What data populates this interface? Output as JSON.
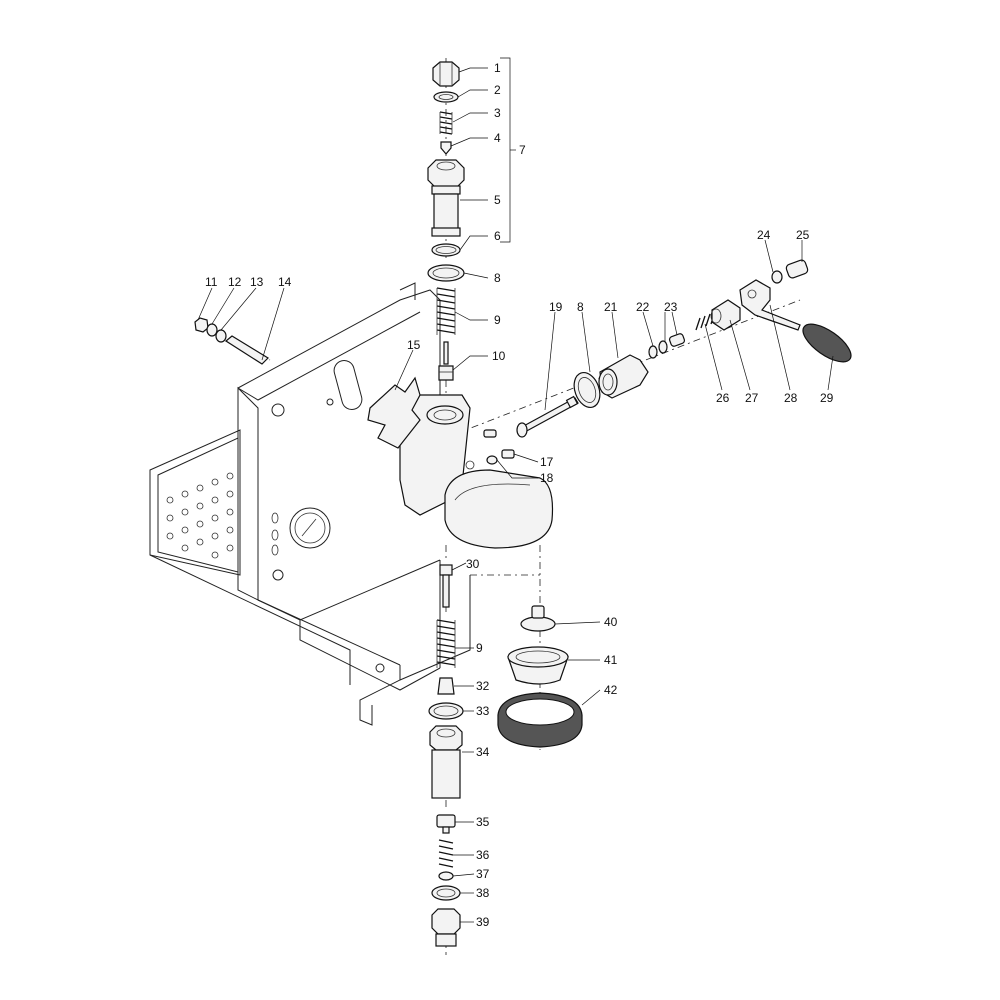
{
  "diagram": {
    "labels": {
      "p1": "1",
      "p2": "2",
      "p3": "3",
      "p4": "4",
      "p5": "5",
      "p6": "6",
      "p7": "7",
      "p8a": "8",
      "p8b": "8",
      "p9a": "9",
      "p9b": "9",
      "p10": "10",
      "p11": "11",
      "p12": "12",
      "p13": "13",
      "p14": "14",
      "p15": "15",
      "p17": "17",
      "p18": "18",
      "p19": "19",
      "p21": "21",
      "p22": "22",
      "p23": "23",
      "p24": "24",
      "p25": "25",
      "p26": "26",
      "p27": "27",
      "p28": "28",
      "p29": "29",
      "p30": "30",
      "p32": "32",
      "p33": "33",
      "p34": "34",
      "p35": "35",
      "p36": "36",
      "p37": "37",
      "p38": "38",
      "p39": "39",
      "p40": "40",
      "p41": "41",
      "p42": "42"
    }
  }
}
